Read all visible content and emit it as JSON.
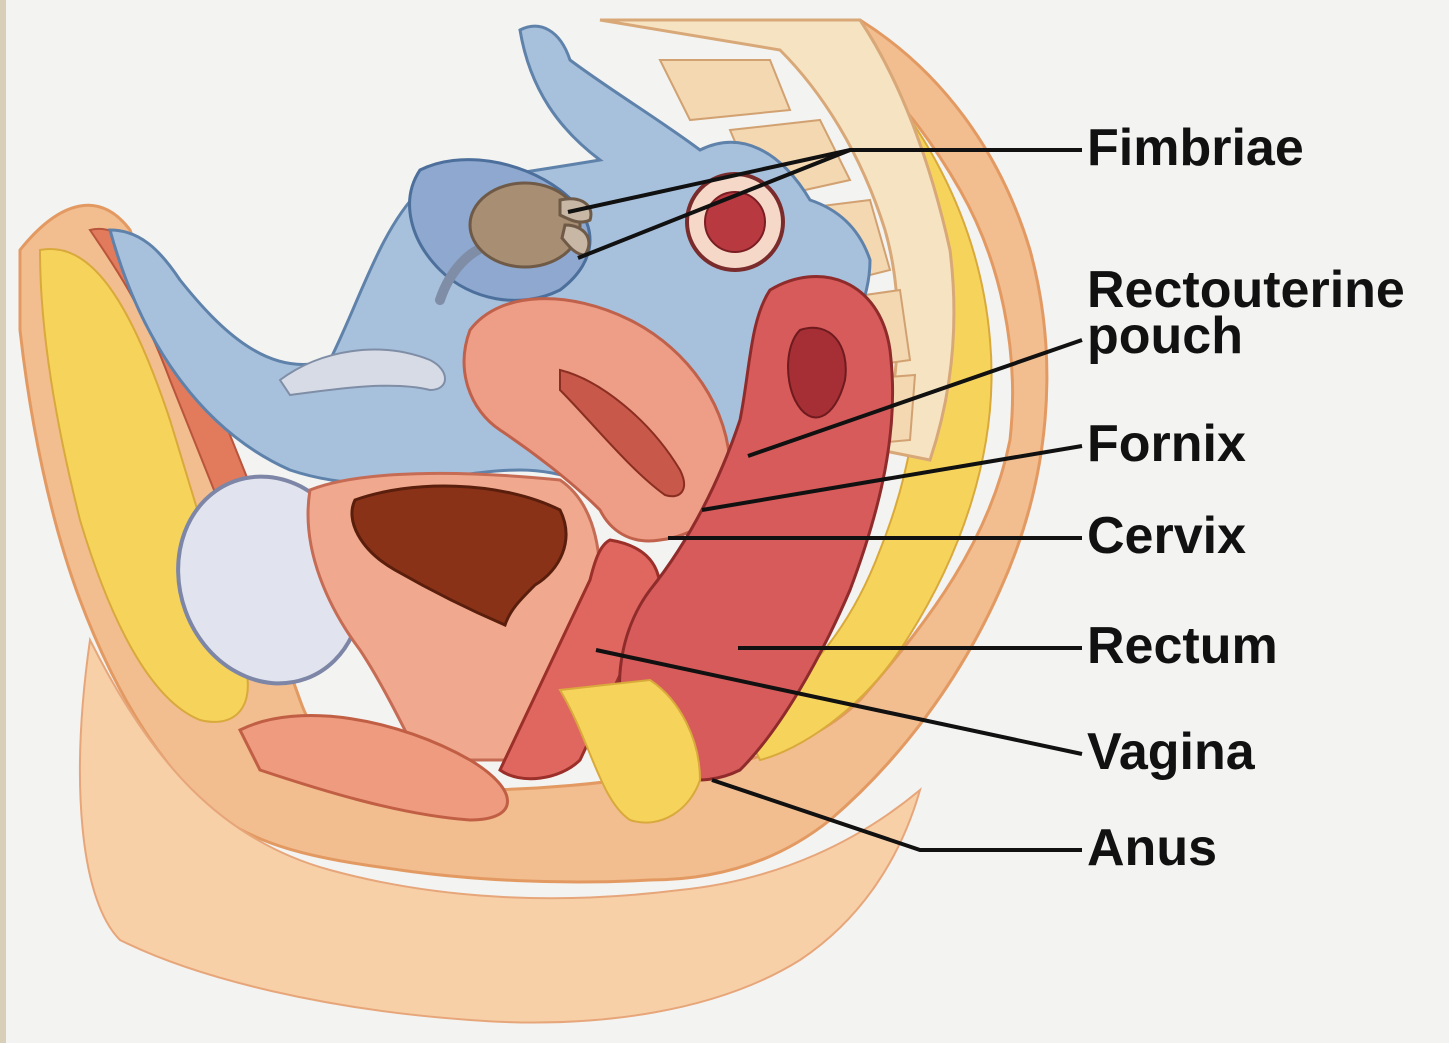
{
  "title": {
    "partial_text": ""
  },
  "labels": {
    "fimbriae": "Fimbriae",
    "rectouterine_line1": "Rectouterine",
    "rectouterine_line2": "pouch",
    "fornix": "Fornix",
    "cervix": "Cervix",
    "rectum": "Rectum",
    "vagina": "Vagina",
    "anus": "Anus"
  },
  "colors": {
    "background": "#f3f3f1",
    "skin": "#f1b98c",
    "fat": "#f6d868",
    "peritoneum": "#9bb8d8",
    "uterus": "#ee9c86",
    "rectum": "#d9615e",
    "bladder": "#dfe3ee",
    "bladder_lumen": "#8a3218",
    "leader_line": "#111111"
  }
}
